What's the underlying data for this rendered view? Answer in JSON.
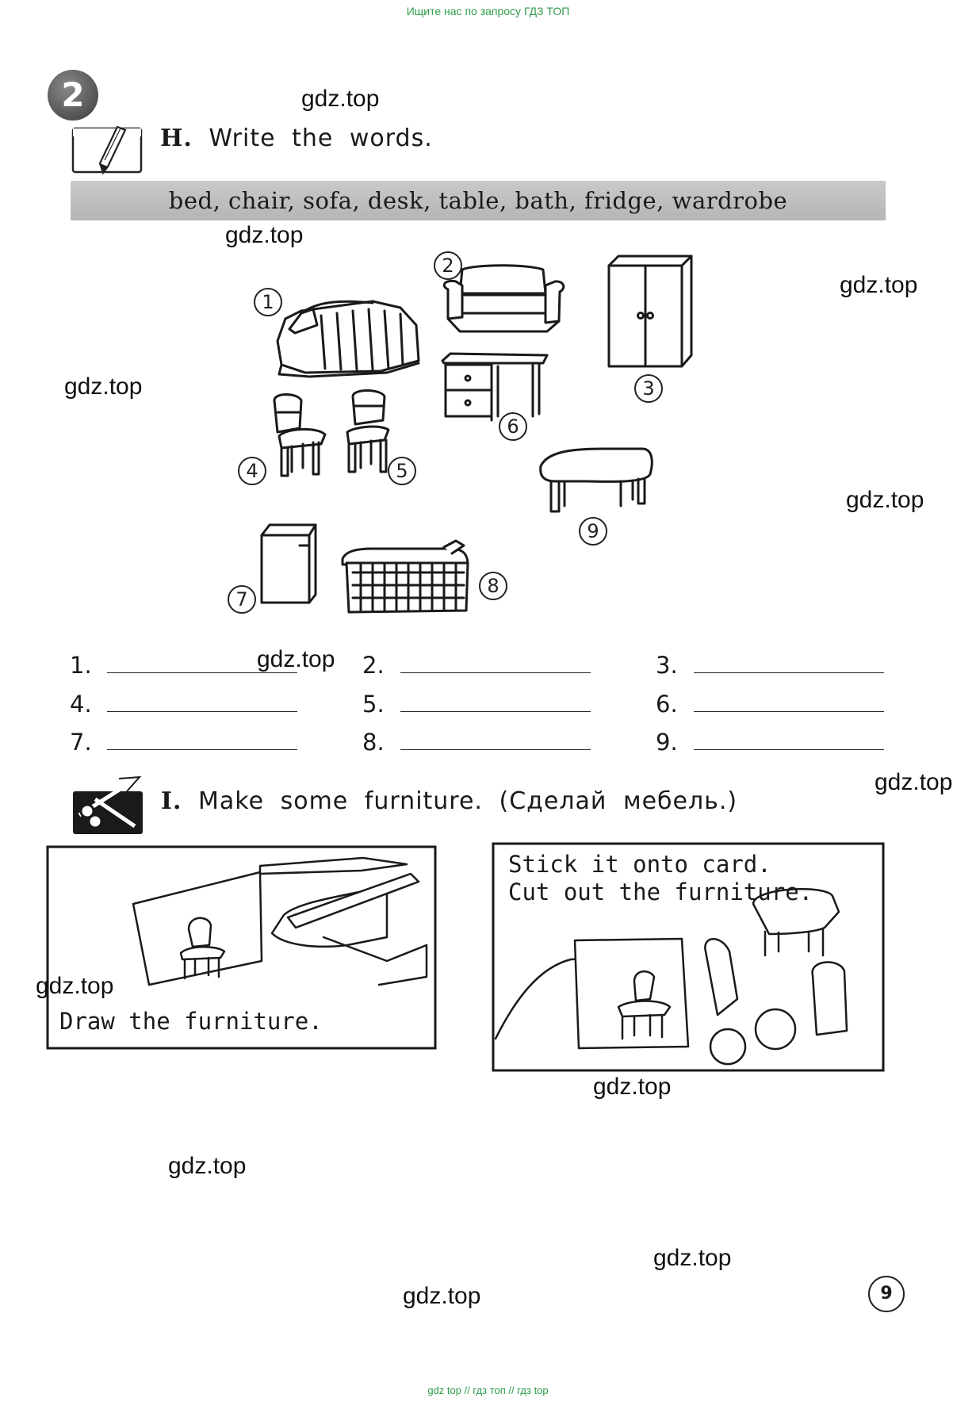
{
  "header_note": "Ищите нас по запросу ГДЗ ТОП",
  "footer_note": "gdz top // гдз топ // гдз top",
  "unit_number": "2",
  "task_h": {
    "letter": "H.",
    "title": "Write the words."
  },
  "word_bank": "bed, chair, sofa, desk, table, bath, fridge, wardrobe",
  "picture_numbers": [
    "1",
    "2",
    "3",
    "4",
    "5",
    "6",
    "7",
    "8",
    "9"
  ],
  "answer_slots": [
    "1.",
    "2.",
    "3.",
    "4.",
    "5.",
    "6.",
    "7.",
    "8.",
    "9."
  ],
  "task_i": {
    "letter": "I.",
    "title": "Make some furniture. (Сделай мебель.)"
  },
  "panel_left_caption": "Draw the furniture.",
  "panel_right_caption": [
    "Stick it onto card.",
    "Cut out the furniture."
  ],
  "page_number": "9",
  "watermark": "gdz.top",
  "icons": [
    "pencil-icon",
    "scissors-icon"
  ]
}
